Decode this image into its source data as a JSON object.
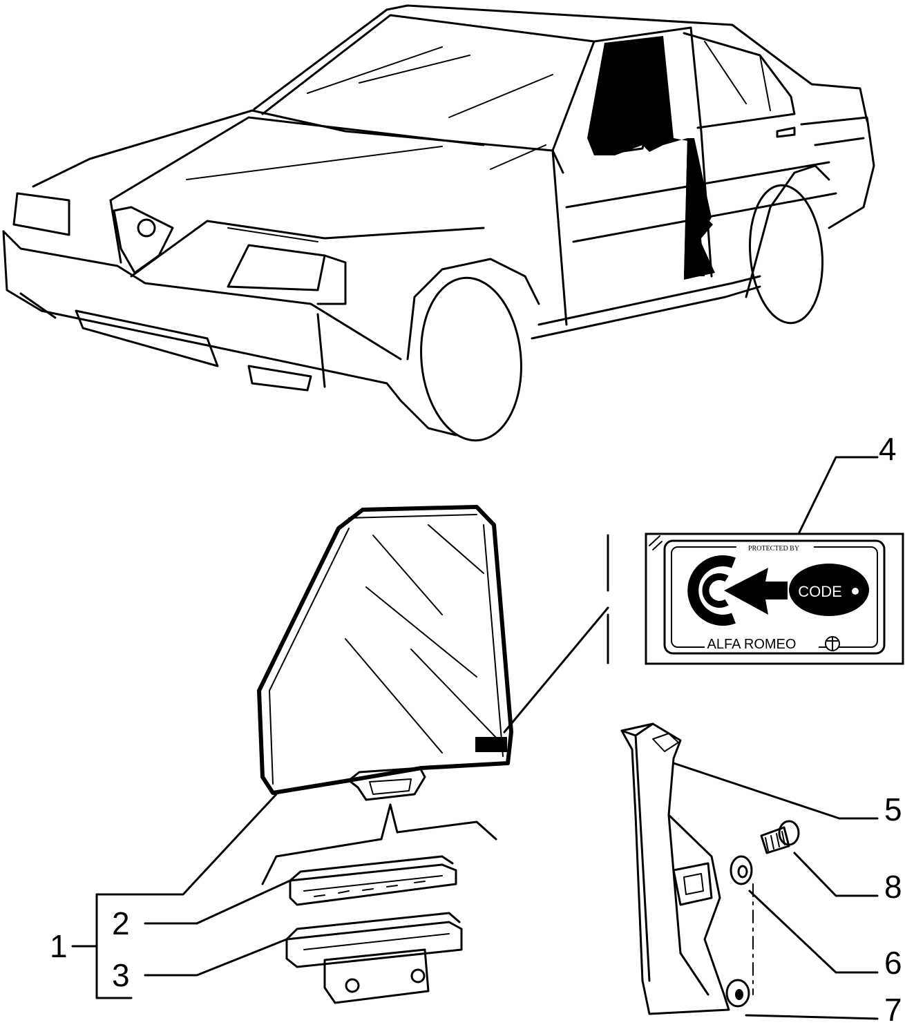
{
  "callouts": {
    "c1": "1",
    "c2": "2",
    "c3": "3",
    "c4": "4",
    "c5": "5",
    "c6": "6",
    "c7": "7",
    "c8": "8"
  },
  "label": {
    "protected_by": "PROTECTED BY",
    "code": "CODE",
    "brand": "ALFA ROMEO"
  },
  "colors": {
    "ink": "#000000",
    "paper": "#ffffff"
  }
}
